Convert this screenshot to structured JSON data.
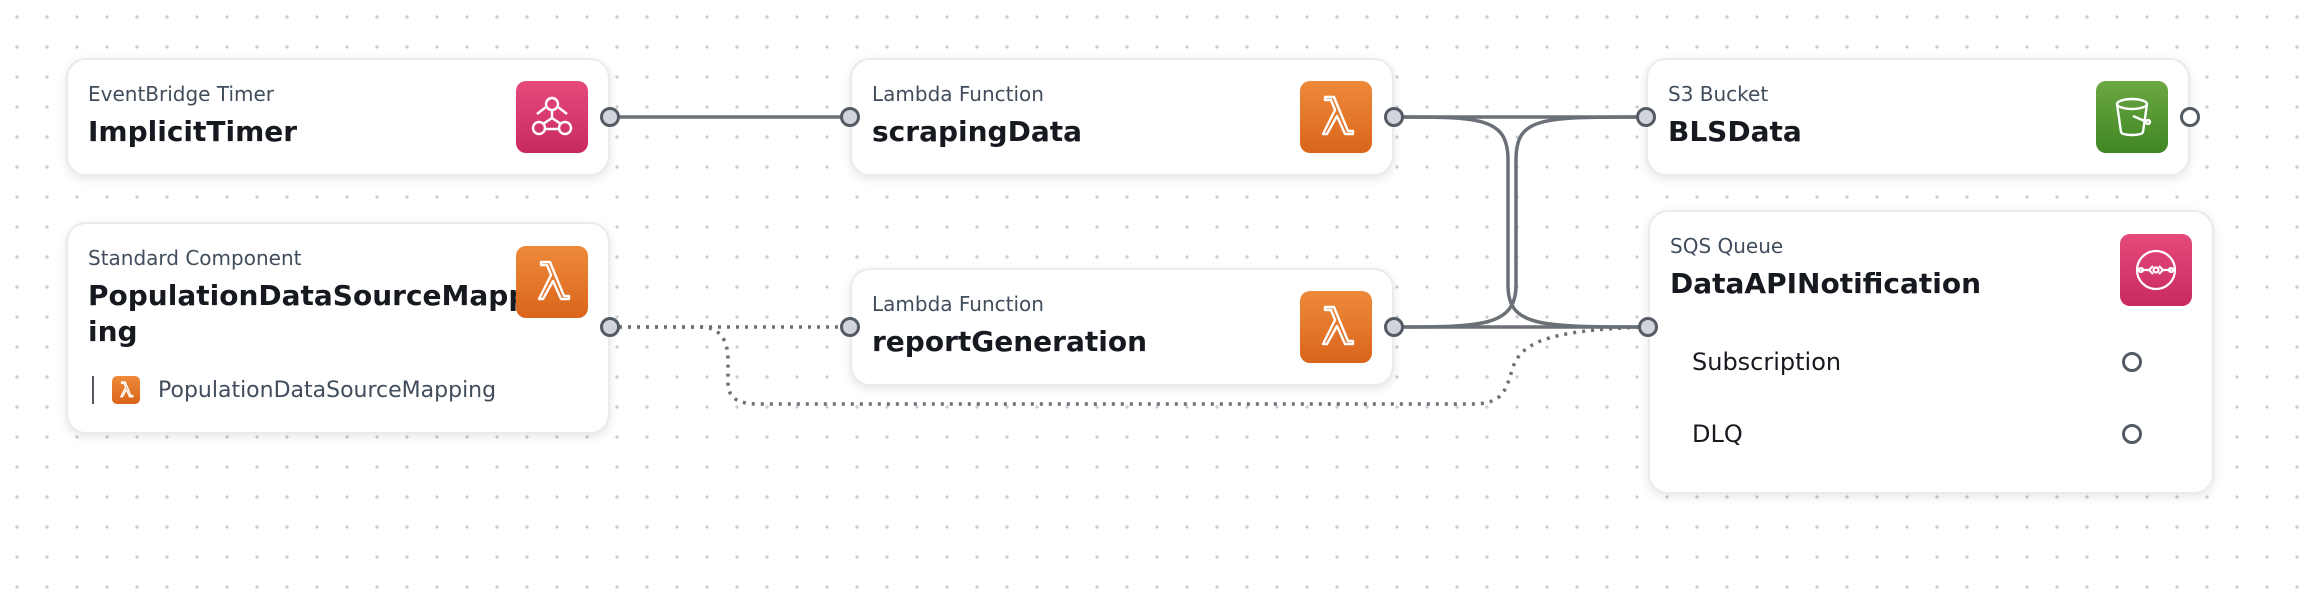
{
  "nodes": {
    "implicit_timer": {
      "type": "EventBridge Timer",
      "name": "ImplicitTimer",
      "icon": "eventbridge-icon"
    },
    "scraping_data": {
      "type": "Lambda Function",
      "name": "scrapingData",
      "icon": "lambda-icon"
    },
    "bls_data": {
      "type": "S3 Bucket",
      "name": "BLSData",
      "icon": "s3-bucket-icon"
    },
    "population_mapping": {
      "type": "Standard Component",
      "name_line1": "PopulationDataSourceMapp",
      "name_line2": "ing",
      "icon": "lambda-icon",
      "child": {
        "label": "PopulationDataSourceMapping",
        "icon": "lambda-icon"
      }
    },
    "report_generation": {
      "type": "Lambda Function",
      "name": "reportGeneration",
      "icon": "lambda-icon"
    },
    "data_api_notification": {
      "type": "SQS Queue",
      "name": "DataAPINotification",
      "icon": "sqs-icon",
      "rows": [
        {
          "label": "Subscription"
        },
        {
          "label": "DLQ"
        }
      ]
    }
  },
  "connections": [
    {
      "from": "ImplicitTimer",
      "to": "scrapingData",
      "style": "solid"
    },
    {
      "from": "scrapingData",
      "to": "BLSData",
      "style": "solid"
    },
    {
      "from": "scrapingData",
      "to": "DataAPINotification",
      "style": "solid"
    },
    {
      "from": "reportGeneration",
      "to": "BLSData",
      "style": "solid"
    },
    {
      "from": "reportGeneration",
      "to": "DataAPINotification",
      "style": "solid"
    },
    {
      "from": "PopulationDataSourceMapping",
      "to": "reportGeneration",
      "style": "dotted"
    },
    {
      "from": "PopulationDataSourceMapping",
      "to": "DataAPINotification",
      "style": "dotted"
    }
  ],
  "colors": {
    "lambda": "#e07a2a",
    "eventbridge": "#d63a6f",
    "s3": "#3f8624",
    "sqs": "#d63a6f",
    "wire": "#6b7077",
    "port_fill": "#d1d5db"
  }
}
